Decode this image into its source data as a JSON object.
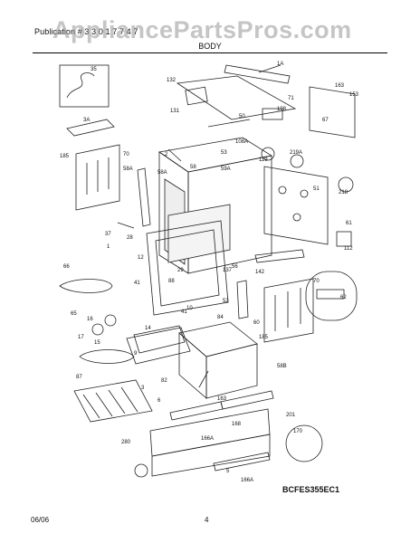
{
  "header": {
    "publication": "Publication # 3 3 0 1 7 7 4 7",
    "watermark": "AppliancePartsPros.com",
    "section_title": "BODY"
  },
  "diagram": {
    "code": "BCFES355EC1",
    "part_labels": [
      "35",
      "3A",
      "185",
      "70",
      "1A",
      "132",
      "71",
      "131",
      "50",
      "108",
      "108A",
      "163",
      "153",
      "67",
      "2",
      "58A",
      "59A",
      "58A",
      "119",
      "219A",
      "218",
      "37",
      "1",
      "28",
      "51",
      "61",
      "112",
      "12",
      "29",
      "137",
      "142",
      "66",
      "41",
      "88",
      "14",
      "52",
      "62",
      "70",
      "65",
      "16",
      "10",
      "9",
      "17",
      "15",
      "41",
      "84",
      "60",
      "185",
      "87",
      "82",
      "3",
      "6",
      "58B",
      "168",
      "166A",
      "201",
      "280",
      "170",
      "5",
      "166A",
      "163"
    ],
    "part_labels_extra": [
      "56",
      "58",
      "53"
    ]
  },
  "footer": {
    "date": "06/06",
    "page": "4"
  }
}
